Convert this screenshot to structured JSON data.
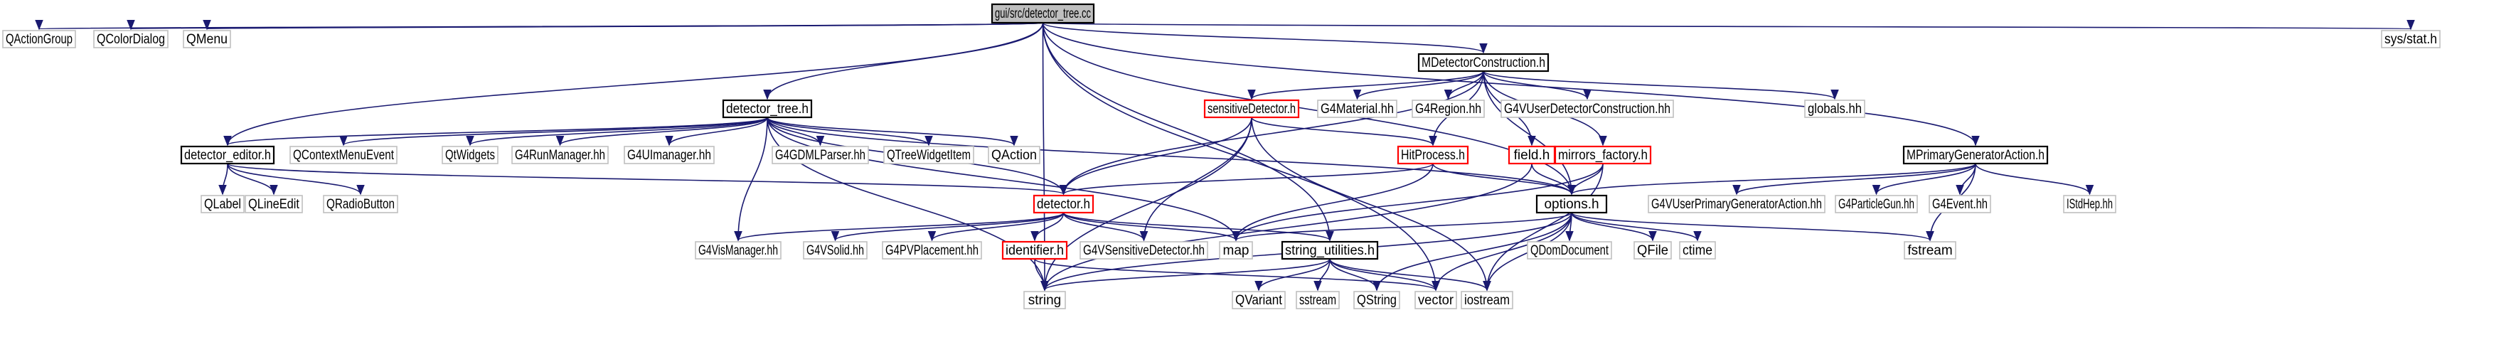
{
  "nodes": [
    {
      "id": "root",
      "label": "gui/src/detector_tree.cc",
      "style": "root"
    },
    {
      "id": "QActionGroup",
      "label": "QActionGroup",
      "style": "ext"
    },
    {
      "id": "QColorDialog",
      "label": "QColorDialog",
      "style": "ext"
    },
    {
      "id": "QMenu",
      "label": "QMenu",
      "style": "ext"
    },
    {
      "id": "sysstat",
      "label": "sys/stat.h",
      "style": "ext"
    },
    {
      "id": "MDetectorConstruction",
      "label": "MDetectorConstruction.h",
      "style": "hdr"
    },
    {
      "id": "detector_tree",
      "label": "detector_tree.h",
      "style": "hdr"
    },
    {
      "id": "sensitiveDetector",
      "label": "sensitiveDetector.h",
      "style": "red"
    },
    {
      "id": "G4Material",
      "label": "G4Material.hh",
      "style": "ext"
    },
    {
      "id": "G4Region",
      "label": "G4Region.hh",
      "style": "ext"
    },
    {
      "id": "G4VUserDetectorConstruction",
      "label": "G4VUserDetectorConstruction.hh",
      "style": "ext"
    },
    {
      "id": "globals",
      "label": "globals.hh",
      "style": "ext"
    },
    {
      "id": "detector_editor",
      "label": "detector_editor.h",
      "style": "hdr"
    },
    {
      "id": "QContextMenuEvent",
      "label": "QContextMenuEvent",
      "style": "ext"
    },
    {
      "id": "QtWidgets",
      "label": "QtWidgets",
      "style": "ext"
    },
    {
      "id": "G4RunManager",
      "label": "G4RunManager.hh",
      "style": "ext"
    },
    {
      "id": "G4UImanager",
      "label": "G4UImanager.hh",
      "style": "ext"
    },
    {
      "id": "G4GDMLParser",
      "label": "G4GDMLParser.hh",
      "style": "ext"
    },
    {
      "id": "QTreeWidgetItem",
      "label": "QTreeWidgetItem",
      "style": "ext"
    },
    {
      "id": "QAction",
      "label": "QAction",
      "style": "ext"
    },
    {
      "id": "HitProcess",
      "label": "HitProcess.h",
      "style": "red"
    },
    {
      "id": "field",
      "label": "field.h",
      "style": "red"
    },
    {
      "id": "mirrors_factory",
      "label": "mirrors_factory.h",
      "style": "red"
    },
    {
      "id": "MPrimaryGeneratorAction",
      "label": "MPrimaryGeneratorAction.h",
      "style": "hdr"
    },
    {
      "id": "QLabel",
      "label": "QLabel",
      "style": "ext"
    },
    {
      "id": "QLineEdit",
      "label": "QLineEdit",
      "style": "ext"
    },
    {
      "id": "QRadioButton",
      "label": "QRadioButton",
      "style": "ext"
    },
    {
      "id": "detector",
      "label": "detector.h",
      "style": "red"
    },
    {
      "id": "options",
      "label": "options.h",
      "style": "hdr"
    },
    {
      "id": "G4VUserPrimaryGeneratorAction",
      "label": "G4VUserPrimaryGeneratorAction.hh",
      "style": "ext"
    },
    {
      "id": "G4ParticleGun",
      "label": "G4ParticleGun.hh",
      "style": "ext"
    },
    {
      "id": "G4Event",
      "label": "G4Event.hh",
      "style": "ext"
    },
    {
      "id": "IStdHep",
      "label": "IStdHep.hh",
      "style": "ext"
    },
    {
      "id": "G4VisManager",
      "label": "G4VisManager.hh",
      "style": "ext"
    },
    {
      "id": "G4VSolid",
      "label": "G4VSolid.hh",
      "style": "ext"
    },
    {
      "id": "G4PVPlacement",
      "label": "G4PVPlacement.hh",
      "style": "ext"
    },
    {
      "id": "identifier",
      "label": "identifier.h",
      "style": "red"
    },
    {
      "id": "G4VSensitiveDetector",
      "label": "G4VSensitiveDetector.hh",
      "style": "ext"
    },
    {
      "id": "string_utilities",
      "label": "string_utilities.h",
      "style": "hdr"
    },
    {
      "id": "map",
      "label": "map",
      "style": "ext"
    },
    {
      "id": "QDomDocument",
      "label": "QDomDocument",
      "style": "ext"
    },
    {
      "id": "QFile",
      "label": "QFile",
      "style": "ext"
    },
    {
      "id": "ctime",
      "label": "ctime",
      "style": "ext"
    },
    {
      "id": "fstream",
      "label": "fstream",
      "style": "ext"
    },
    {
      "id": "string",
      "label": "string",
      "style": "ext"
    },
    {
      "id": "QVariant",
      "label": "QVariant",
      "style": "ext"
    },
    {
      "id": "sstream",
      "label": "sstream",
      "style": "ext"
    },
    {
      "id": "QString",
      "label": "QString",
      "style": "ext"
    },
    {
      "id": "vector",
      "label": "vector",
      "style": "ext"
    },
    {
      "id": "iostream",
      "label": "iostream",
      "style": "ext"
    }
  ],
  "edges": [
    [
      "root",
      "QActionGroup"
    ],
    [
      "root",
      "QColorDialog"
    ],
    [
      "root",
      "QMenu"
    ],
    [
      "root",
      "sysstat"
    ],
    [
      "root",
      "detector_tree"
    ],
    [
      "root",
      "MDetectorConstruction"
    ],
    [
      "root",
      "MPrimaryGeneratorAction"
    ],
    [
      "root",
      "detector_editor"
    ],
    [
      "root",
      "string"
    ],
    [
      "root",
      "string_utilities"
    ],
    [
      "root",
      "options"
    ],
    [
      "root",
      "vector"
    ],
    [
      "MDetectorConstruction",
      "sensitiveDetector"
    ],
    [
      "MDetectorConstruction",
      "G4Material"
    ],
    [
      "MDetectorConstruction",
      "G4Region"
    ],
    [
      "MDetectorConstruction",
      "G4VUserDetectorConstruction"
    ],
    [
      "MDetectorConstruction",
      "globals"
    ],
    [
      "MDetectorConstruction",
      "HitProcess"
    ],
    [
      "MDetectorConstruction",
      "field"
    ],
    [
      "MDetectorConstruction",
      "mirrors_factory"
    ],
    [
      "MDetectorConstruction",
      "detector"
    ],
    [
      "MDetectorConstruction",
      "options"
    ],
    [
      "detector_tree",
      "detector_editor"
    ],
    [
      "detector_tree",
      "QContextMenuEvent"
    ],
    [
      "detector_tree",
      "QtWidgets"
    ],
    [
      "detector_tree",
      "G4RunManager"
    ],
    [
      "detector_tree",
      "G4UImanager"
    ],
    [
      "detector_tree",
      "G4GDMLParser"
    ],
    [
      "detector_tree",
      "QTreeWidgetItem"
    ],
    [
      "detector_tree",
      "QAction"
    ],
    [
      "detector_tree",
      "detector"
    ],
    [
      "detector_tree",
      "options"
    ],
    [
      "detector_tree",
      "map"
    ],
    [
      "detector_tree",
      "G4VisManager"
    ],
    [
      "detector_tree",
      "string"
    ],
    [
      "detector_editor",
      "QLabel"
    ],
    [
      "detector_editor",
      "QLineEdit"
    ],
    [
      "detector_editor",
      "QRadioButton"
    ],
    [
      "detector_editor",
      "detector"
    ],
    [
      "sensitiveDetector",
      "HitProcess"
    ],
    [
      "sensitiveDetector",
      "detector"
    ],
    [
      "sensitiveDetector",
      "G4VSensitiveDetector"
    ],
    [
      "sensitiveDetector",
      "string"
    ],
    [
      "sensitiveDetector",
      "iostream"
    ],
    [
      "HitProcess",
      "detector"
    ],
    [
      "HitProcess",
      "options"
    ],
    [
      "HitProcess",
      "map"
    ],
    [
      "field",
      "options"
    ],
    [
      "field",
      "string"
    ],
    [
      "mirrors_factory",
      "options"
    ],
    [
      "mirrors_factory",
      "map"
    ],
    [
      "mirrors_factory",
      "iostream"
    ],
    [
      "MPrimaryGeneratorAction",
      "options"
    ],
    [
      "MPrimaryGeneratorAction",
      "G4VUserPrimaryGeneratorAction"
    ],
    [
      "MPrimaryGeneratorAction",
      "G4ParticleGun"
    ],
    [
      "MPrimaryGeneratorAction",
      "G4Event"
    ],
    [
      "MPrimaryGeneratorAction",
      "IStdHep"
    ],
    [
      "MPrimaryGeneratorAction",
      "fstream"
    ],
    [
      "detector",
      "G4VisManager"
    ],
    [
      "detector",
      "G4VSolid"
    ],
    [
      "detector",
      "G4PVPlacement"
    ],
    [
      "detector",
      "identifier"
    ],
    [
      "detector",
      "G4VSensitiveDetector"
    ],
    [
      "detector",
      "string_utilities"
    ],
    [
      "detector",
      "map"
    ],
    [
      "identifier",
      "string"
    ],
    [
      "identifier",
      "vector"
    ],
    [
      "string_utilities",
      "string"
    ],
    [
      "string_utilities",
      "QVariant"
    ],
    [
      "string_utilities",
      "sstream"
    ],
    [
      "string_utilities",
      "QString"
    ],
    [
      "string_utilities",
      "vector"
    ],
    [
      "string_utilities",
      "iostream"
    ],
    [
      "options",
      "map"
    ],
    [
      "options",
      "QDomDocument"
    ],
    [
      "options",
      "QFile"
    ],
    [
      "options",
      "ctime"
    ],
    [
      "options",
      "fstream"
    ],
    [
      "options",
      "string"
    ],
    [
      "options",
      "QString"
    ],
    [
      "options",
      "vector"
    ],
    [
      "options",
      "iostream"
    ]
  ]
}
